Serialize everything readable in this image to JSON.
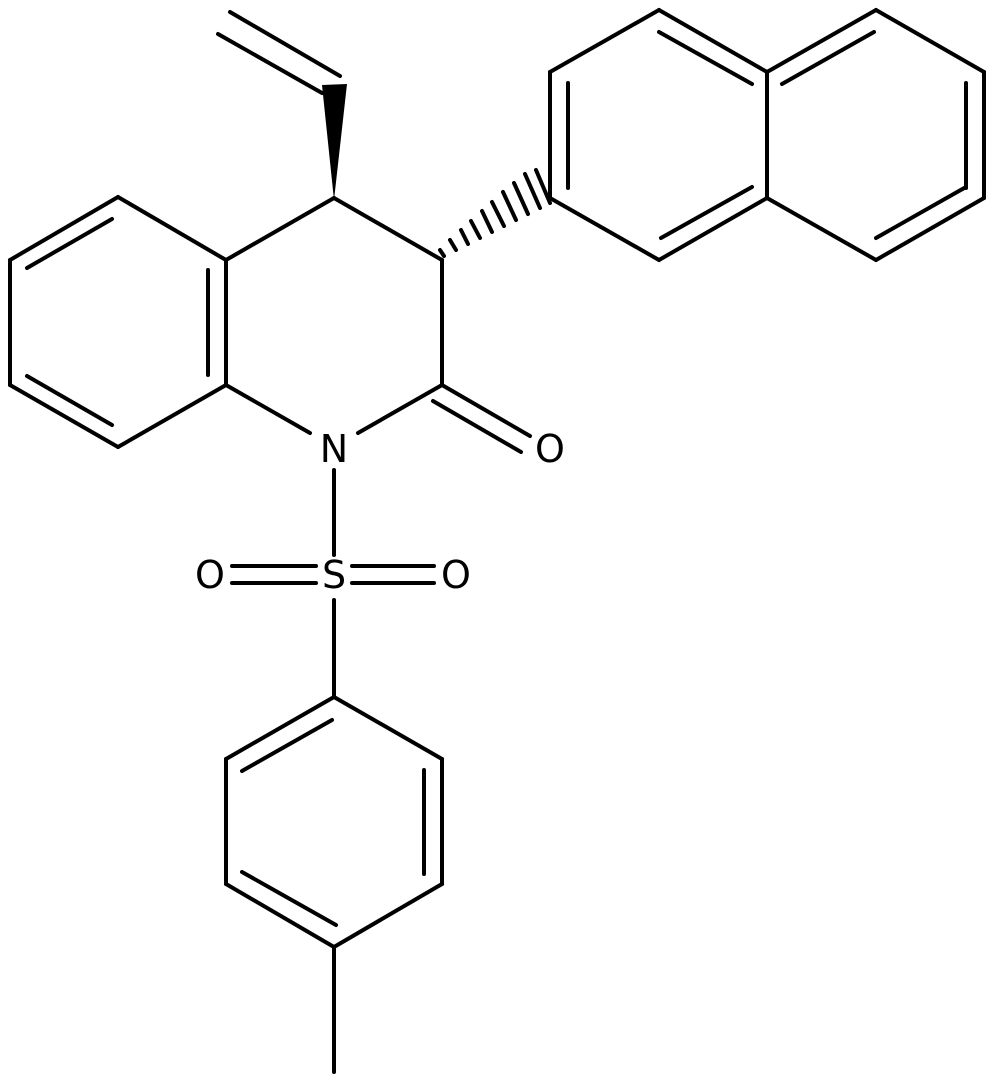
{
  "atoms": {
    "nitrogen": "N",
    "sulfur": "S",
    "oxygen_carbonyl": "O",
    "oxygen_sulfonyl_left": "O",
    "oxygen_sulfonyl_right": "O"
  },
  "colors": {
    "bond": "#000000",
    "label": "#000000",
    "background": "#ffffff"
  }
}
